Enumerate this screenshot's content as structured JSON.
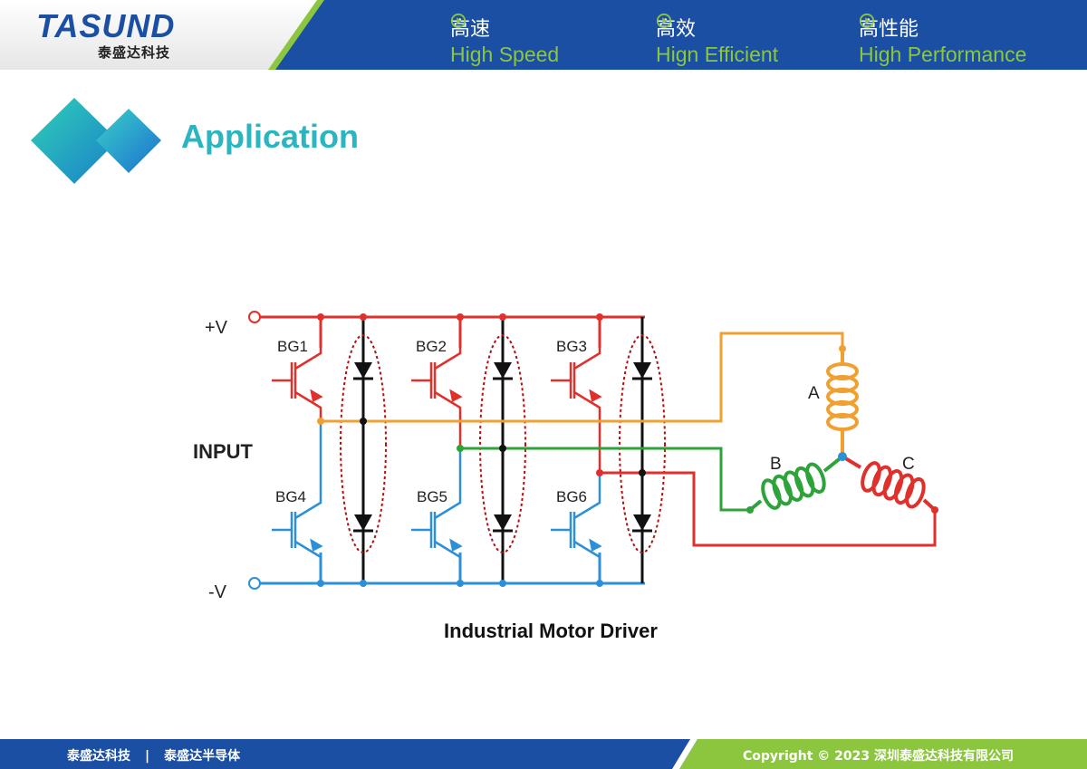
{
  "header": {
    "logo_text": "TASUND",
    "logo_subtitle": "泰盛达科技",
    "slogans": [
      {
        "cn": "高速",
        "en": "High Speed"
      },
      {
        "cn": "高效",
        "en": "Hign Efficient"
      },
      {
        "cn": "高性能",
        "en": "High Performance"
      }
    ]
  },
  "section": {
    "title": "Application"
  },
  "diagram": {
    "labels": {
      "plus_v": "+V",
      "minus_v": "-V",
      "input": "INPUT",
      "bg1": "BG1",
      "bg2": "BG2",
      "bg3": "BG3",
      "bg4": "BG4",
      "bg5": "BG5",
      "bg6": "BG6",
      "coil_a": "A",
      "coil_b": "B",
      "coil_c": "C"
    },
    "caption": "Industrial Motor Driver"
  },
  "footer": {
    "left_1": "泰盛达科技",
    "separator": "|",
    "left_2": "泰盛达半导体",
    "right": "Copyright © 2023 深圳泰盛达科技有限公司"
  },
  "colors": {
    "header_blue": "#1b4fa3",
    "accent_green": "#8cc63f",
    "title_teal": "#2bb5c0",
    "wire_red": "#e0302b",
    "wire_blue": "#2d8fd8",
    "wire_orange": "#f0a030",
    "wire_green": "#2ea33a"
  }
}
